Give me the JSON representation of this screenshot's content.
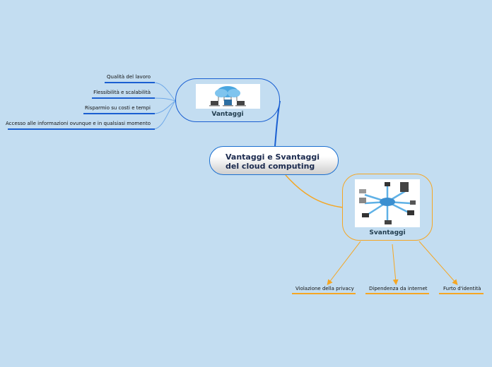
{
  "central": {
    "line1": "Vantaggi e Svantaggi",
    "line2": "del cloud computing"
  },
  "branches": {
    "vantaggi": {
      "label": "Vantaggi",
      "icon": "cloud-network-icon",
      "color": "#1a5fd1",
      "items": [
        "Qualità del lavoro",
        "Flessibilità e scalabilità",
        "Risparmio su costi e tempi",
        "Accesso alle informazioni ovunque e in qualsiasi momento"
      ]
    },
    "svantaggi": {
      "label": "Svantaggi",
      "icon": "cloud-devices-network-icon",
      "color": "#f5a623",
      "items": [
        "Violazione della privacy",
        "Dipendenza da internet",
        "Furto d'identità"
      ]
    }
  }
}
